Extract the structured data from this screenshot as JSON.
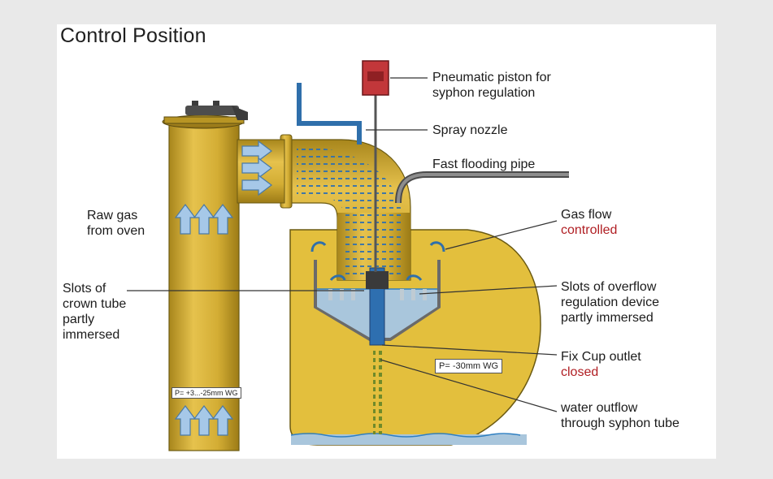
{
  "title": "Control Position",
  "labels": {
    "piston_l1": "Pneumatic piston for",
    "piston_l2": "syphon regulation",
    "spray": "Spray nozzle",
    "flooding": "Fast flooding pipe",
    "raw_gas_l1": "Raw gas",
    "raw_gas_l2": "from oven",
    "gas_flow_l1": "Gas flow",
    "gas_flow_l2": "controlled",
    "crown_l1": "Slots of",
    "crown_l2": "crown tube",
    "crown_l3": "partly",
    "crown_l4": "immersed",
    "overflow_l1": "Slots of overflow",
    "overflow_l2": "regulation device",
    "overflow_l3": "partly immersed",
    "fixcup_l1": "Fix Cup outlet",
    "fixcup_l2": "closed",
    "outflow_l1": "water outflow",
    "outflow_l2": "through syphon tube"
  },
  "pressure_riser": "P= +3...-25mm WG",
  "pressure_tank": "P= -30mm WG",
  "colors": {
    "pipe": "#d8b43a",
    "pipe_dark": "#a8861c",
    "tank": "#e3bf3d",
    "water": "#a9c6dc",
    "arrow": "#a6c8e8",
    "water_line": "#2f7fc1",
    "highlight_red": "#b01e23",
    "piston": "#c2373a"
  }
}
